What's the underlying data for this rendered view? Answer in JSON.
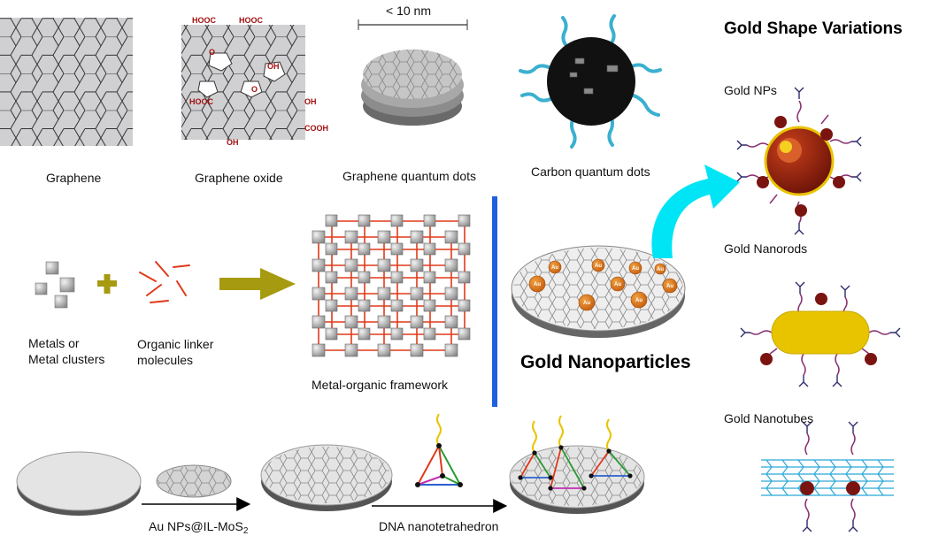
{
  "panels": {
    "graphene": {
      "label": "Graphene"
    },
    "graphene_oxide": {
      "label": "Graphene oxide",
      "groups": [
        "HOOC",
        "HOOC",
        "O",
        "OH",
        "O",
        "HOOC",
        "OH",
        "COOH",
        "OH"
      ]
    },
    "gqd": {
      "label": "Graphene quantum dots",
      "scale": "< 10 nm"
    },
    "cqd": {
      "label": "Carbon quantum dots"
    }
  },
  "mof": {
    "metals_label": "Metals or\nMetal clusters",
    "linker_label": "Organic linker\nmolecules",
    "framework_label": "Metal-organic framework"
  },
  "gold": {
    "title": "Gold Nanoparticles",
    "au_label": "Au"
  },
  "variations": {
    "title": "Gold Shape Variations",
    "items": [
      "Gold NPs",
      "Gold Nanorods",
      "Gold Nanotubes"
    ]
  },
  "sensor": {
    "step1_main": "Au NPs@IL-MoS",
    "step1_sub": "2",
    "step2": "DNA nanotetrahedron"
  },
  "colors": {
    "gold": "#e8c400",
    "orange_au": "#d9771b",
    "dark_red": "#8b1a10",
    "linker_red": "#e03a1a",
    "cyan_arrow": "#00e5f5",
    "blue_divider": "#1f5fe0",
    "olive": "#a59a10",
    "wavy_blue": "#3bb0d0"
  },
  "icons": [
    "plus-icon",
    "arrow-right-icon",
    "curved-arrow-icon"
  ]
}
